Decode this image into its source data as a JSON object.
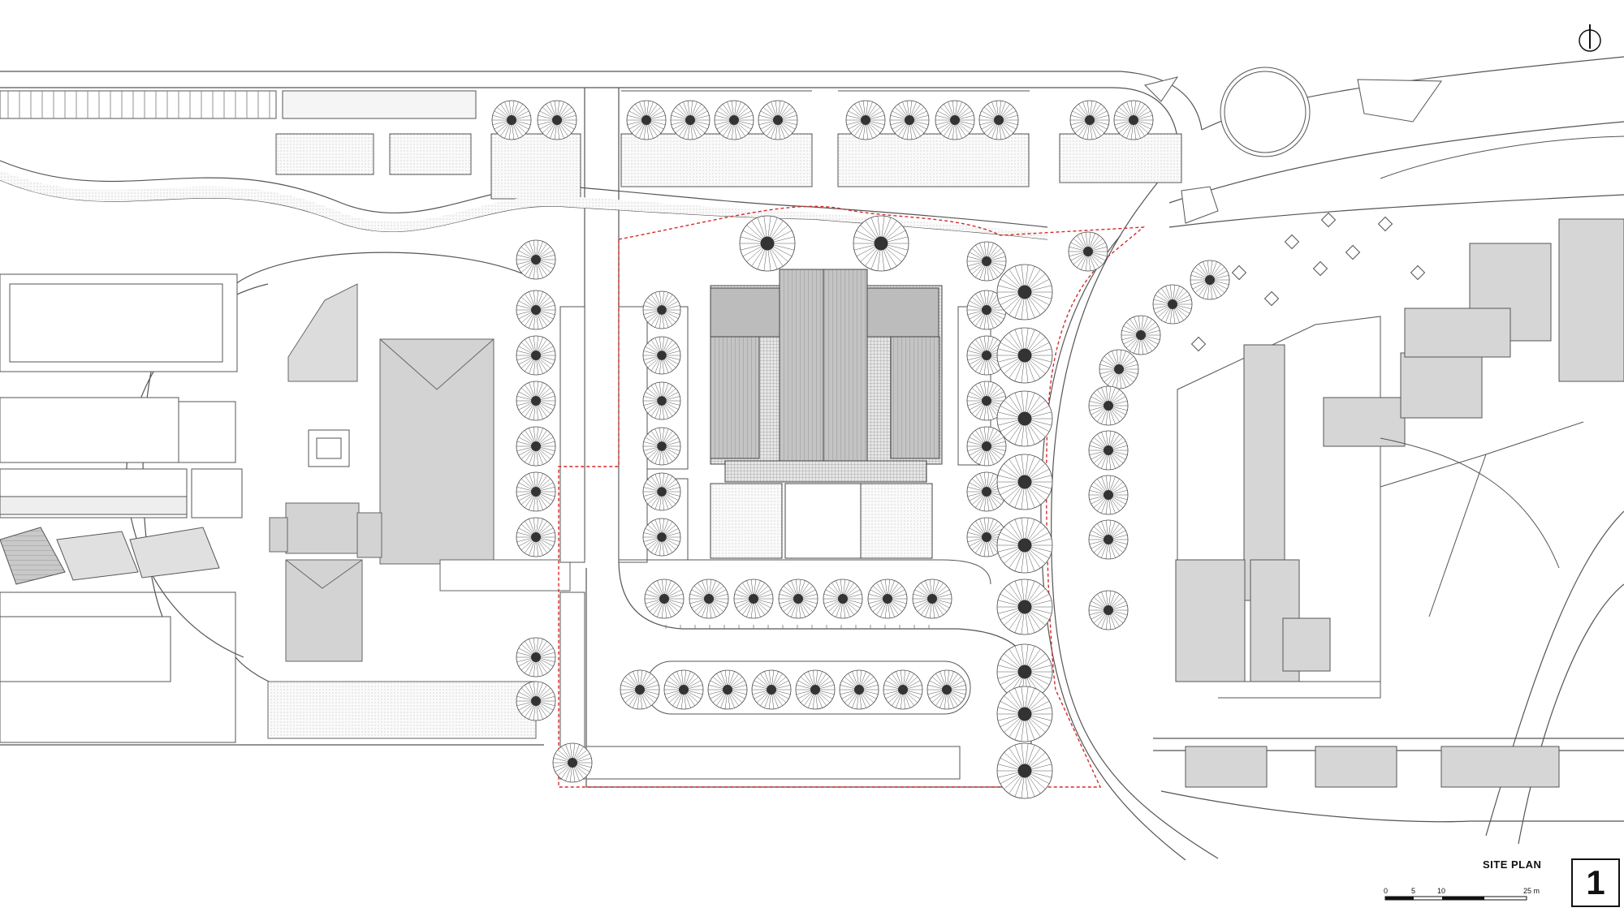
{
  "title": "SITE PLAN",
  "sheet_number": "1",
  "scale_bar": {
    "unit": "m",
    "ticks": [
      "0",
      "5",
      "10",
      "25 m"
    ]
  },
  "north_arrow": {
    "icon": "north-arrow-icon"
  },
  "colors": {
    "line": "#555555",
    "building_fill": "#d9d9d9",
    "roof_fill": "#bdbdbd",
    "site_boundary": "#d62b2b",
    "tree": "#333333"
  }
}
